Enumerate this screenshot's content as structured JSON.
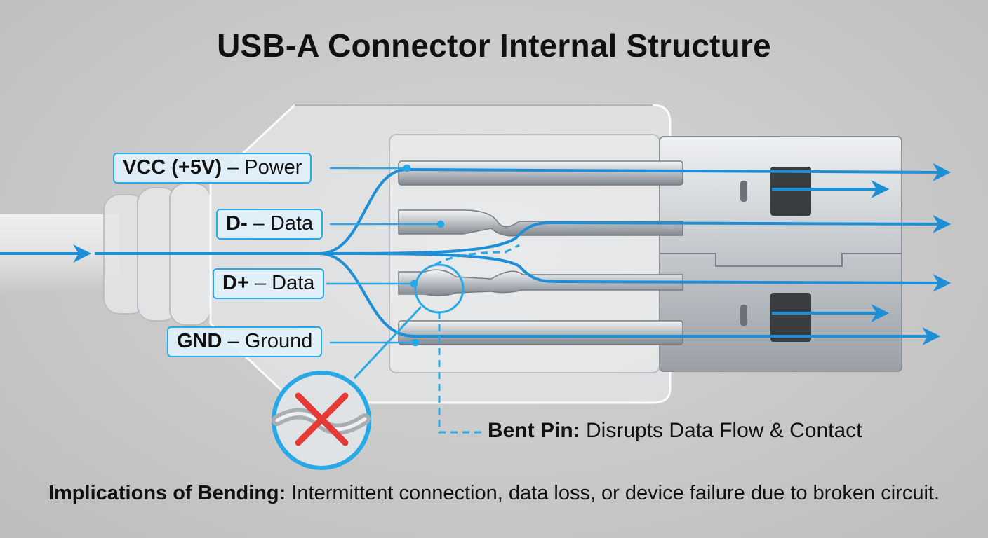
{
  "title": "USB-A Connector Internal Structure",
  "pins": [
    {
      "name": "VCC (+5V)",
      "desc": "– Power"
    },
    {
      "name": "D-",
      "desc": "– Data"
    },
    {
      "name": "D+",
      "desc": "– Data"
    },
    {
      "name": "GND",
      "desc": "– Ground"
    }
  ],
  "bent_pin": {
    "label": "Bent Pin:",
    "text": "Disrupts Data Flow & Contact"
  },
  "implications": {
    "label": "Implications of Bending:",
    "text": "Intermittent connection, data loss, or device failure due to broken circuit."
  },
  "colors": {
    "flow": "#1e8fd6",
    "callout": "#29a8e6",
    "warning": "#e53935",
    "metal": "#c8ccd0"
  }
}
